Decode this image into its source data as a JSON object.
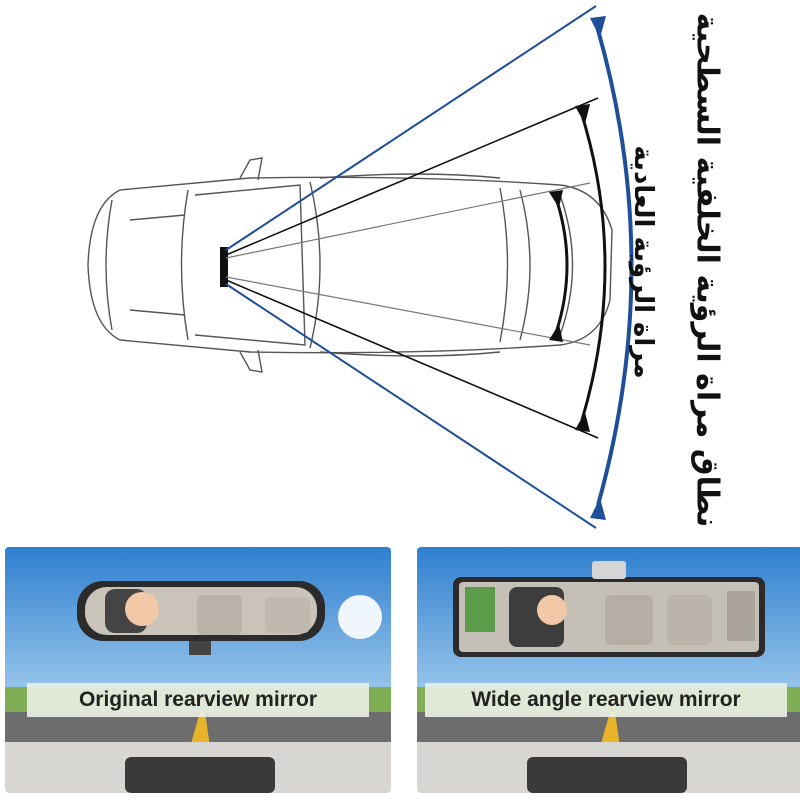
{
  "labels": {
    "wide_angle_range": "نطاق مراة الرؤية الخلفية السطحية",
    "normal_range": "مراة الرؤية العادية"
  },
  "panels": [
    {
      "caption": "Original rearview mirror"
    },
    {
      "caption": "Wide angle rearview mirror"
    }
  ],
  "colors": {
    "wide_range": "#1f4f99",
    "normal_range": "#111111",
    "sky": "#3a8fd8",
    "caption_bg": "#ebf0e6"
  }
}
